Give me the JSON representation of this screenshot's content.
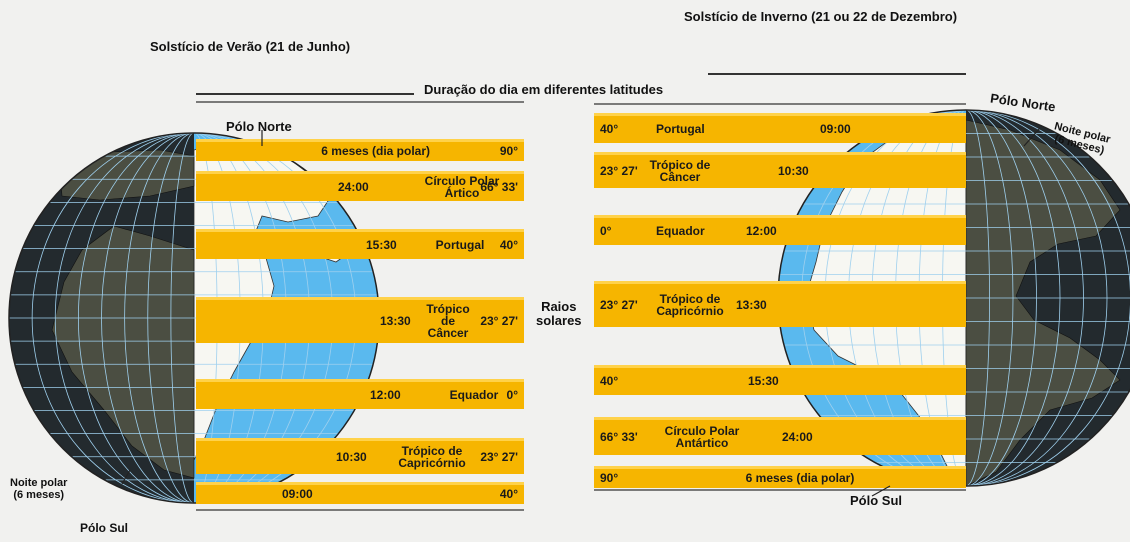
{
  "title_summer": "Solstício de Verão (21 de Junho)",
  "title_winter": "Solstício de Inverno (21 ou 22 de Dezembro)",
  "subtitle": "Duração do dia em diferentes latitudes",
  "center_label": "Raios\nsolares",
  "colors": {
    "band": "#f6b500",
    "band_top": "#ffd24a",
    "ocean": "#5ab9ee",
    "ocean_dark": "#1b6fb5",
    "land_lit": "#f7f7f2",
    "night": "#232a2e",
    "night_land": "#4b4e42",
    "grid": "#9fd0ee",
    "background": "#f1f1ef"
  },
  "left_globe": {
    "labels": [
      {
        "id": "polo-norte",
        "text": "Pólo Norte"
      },
      {
        "id": "noite-polar",
        "text": "Noite polar\n(6 meses)"
      },
      {
        "id": "polo-sul",
        "text": "Pólo Sul"
      }
    ]
  },
  "right_globe": {
    "labels": [
      {
        "id": "polo-norte",
        "text": "Pólo Norte"
      },
      {
        "id": "noite-polar",
        "text": "Noite polar\n(6 meses)"
      },
      {
        "id": "polo-sul",
        "text": "Pólo Sul"
      }
    ]
  },
  "left_bands": [
    {
      "duration": "6 meses (dia polar)",
      "place": "",
      "lat": "90°"
    },
    {
      "duration": "24:00",
      "place": "Círculo Polar\nÁrtico",
      "lat": "66° 33'"
    },
    {
      "duration": "15:30",
      "place": "Portugal",
      "lat": "40°"
    },
    {
      "duration": "13:30",
      "place": "Trópico\nde\nCâncer",
      "lat": "23° 27'"
    },
    {
      "duration": "12:00",
      "place": "Equador",
      "lat": "0°"
    },
    {
      "duration": "10:30",
      "place": "Trópico de\nCapricórnio",
      "lat": "23° 27'"
    },
    {
      "duration": "09:00",
      "place": "",
      "lat": "40°"
    }
  ],
  "right_bands": [
    {
      "lat": "40°",
      "place": "Portugal",
      "duration": "09:00"
    },
    {
      "lat": "23° 27'",
      "place": "Trópico de\nCâncer",
      "duration": "10:30"
    },
    {
      "lat": "0°",
      "place": "Equador",
      "duration": "12:00"
    },
    {
      "lat": "23° 27'",
      "place": "Trópico de\nCapricórnio",
      "duration": "13:30"
    },
    {
      "lat": "40°",
      "place": "",
      "duration": "15:30"
    },
    {
      "lat": "66° 33'",
      "place": "Círculo Polar\nAntártico",
      "duration": "24:00"
    },
    {
      "lat": "90°",
      "place": "",
      "duration": "6 meses (dia polar)"
    }
  ]
}
